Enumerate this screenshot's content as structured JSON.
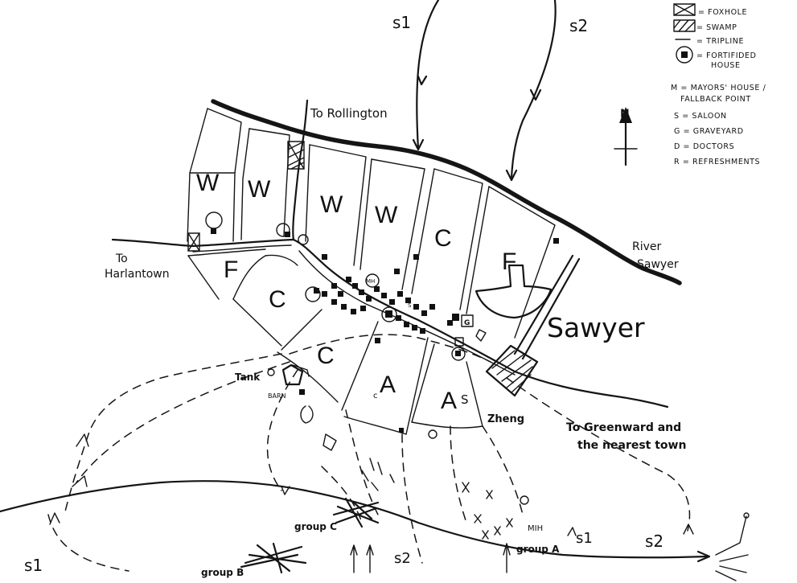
{
  "labels": {
    "town": "Sawyer",
    "river": [
      "River",
      "Sawyer"
    ],
    "to_rollington": "To Rollington",
    "to_harlantown": [
      "To",
      "Harlantown"
    ],
    "to_greenward": [
      "To Greenward and",
      "the nearest town"
    ],
    "tank": "Tank",
    "barn": "BARN",
    "zheng": "Zheng",
    "mih": "MIH",
    "small_c": "c",
    "mayor_house_mark": "MH",
    "saloon_mark": "S",
    "graveyard_mark": "G",
    "s_marker": "S"
  },
  "fields": {
    "w1": "W",
    "w2": "W",
    "w3": "W",
    "w4": "W",
    "c_north": "C",
    "f_east": "F",
    "f_west": "F",
    "c_west": "C",
    "c_south": "C",
    "a1": "A",
    "a2": "A"
  },
  "routes": {
    "s1_top": "s1",
    "s2_top": "s2",
    "s1_left": "s1",
    "s1_bottom": "s1",
    "s2_bottom": "s2",
    "s2_right": "s2"
  },
  "groups": {
    "a": "group A",
    "b": "group B",
    "c": "group C"
  },
  "compass": {
    "north": "N"
  },
  "legend": [
    {
      "symbol": "foxhole-icon",
      "text": "= FOXHOLE"
    },
    {
      "symbol": "swamp-icon",
      "text": "= SWAMP"
    },
    {
      "symbol": "tripline-icon",
      "text": "= TRIPLINE"
    },
    {
      "symbol": "fortified-house-icon",
      "text": "= FORTIFIDED",
      "text2": "HOUSE"
    }
  ],
  "key": [
    {
      "text": "M = MAYORS' HOUSE /",
      "text2": "FALLBACK POINT"
    },
    {
      "text": "S = SALOON"
    },
    {
      "text": "G = GRAVEYARD"
    },
    {
      "text": "D = DOCTORS"
    },
    {
      "text": "R = REFRESHMENTS"
    }
  ]
}
